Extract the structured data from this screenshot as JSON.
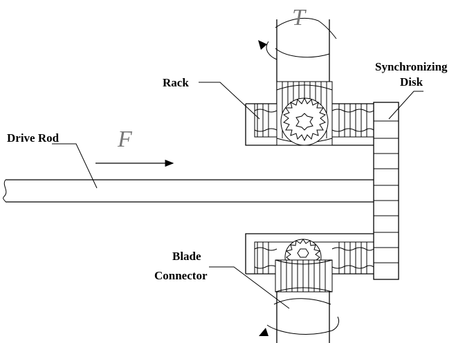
{
  "labels": {
    "rack": "Rack",
    "sync_line1": "Synchronizing",
    "sync_line2": "Disk",
    "drive_rod": "Drive Rod",
    "blade_line1": "Blade",
    "blade_line2": "Connector"
  },
  "symbols": {
    "force": "F",
    "torque": "T"
  },
  "colors": {
    "line": "#000000",
    "background": "#ffffff"
  }
}
